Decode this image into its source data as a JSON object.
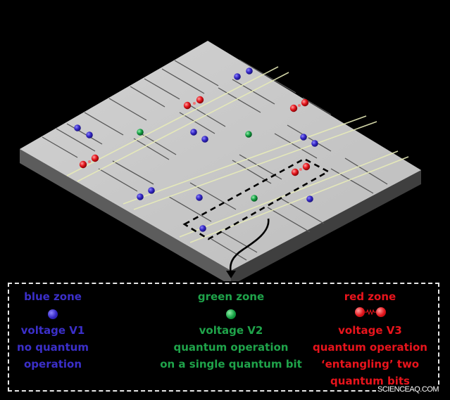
{
  "diagram": {
    "subject": "quantum chip with voltage zones",
    "plate": {
      "top_color": "#c8c8c8",
      "side_left_color": "#5a5a5a",
      "side_right_color": "#3e3e3e",
      "line_color": "#555555",
      "rail_color": "#e8ecb8"
    },
    "qubit_colors": {
      "blue": "#3427c4",
      "green": "#14a043",
      "red": "#e4151c"
    }
  },
  "legend": {
    "blue": {
      "title": "blue zone",
      "line1": "voltage V1",
      "line2": "no quantum",
      "line3": "operation",
      "color": "#3b2fc9"
    },
    "green": {
      "title": "green zone",
      "line1": "voltage V2",
      "line2": "quantum operation",
      "line3": "on a single quantum bit",
      "color": "#1fa34a"
    },
    "red": {
      "title": "red zone",
      "line1": "voltage V3",
      "line2": "quantum operation",
      "line3": "‘entangling’ two",
      "line4": "quantum bits",
      "color": "#e8141c"
    }
  },
  "watermark": "SCIENCEAQ.COM"
}
